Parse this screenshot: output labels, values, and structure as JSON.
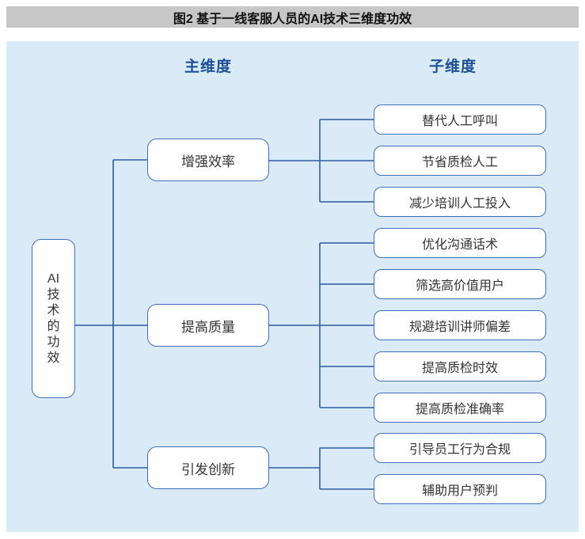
{
  "figure_title": "图2  基于一线客服人员的AI技术三维度功效",
  "column_headers": {
    "main": "主维度",
    "sub": "子维度"
  },
  "root": {
    "label": "AI技术的功效",
    "display": "AI\n技\n术\n的\n功\n效"
  },
  "main_dimensions": [
    {
      "label": "增强效率",
      "children": [
        "替代人工呼叫",
        "节省质检人工",
        "减少培训人工投入"
      ]
    },
    {
      "label": "提高质量",
      "children": [
        "优化沟通话术",
        "筛选高价值用户",
        "规避培训讲师偏差",
        "提高质检时效",
        "提高质检准确率"
      ]
    },
    {
      "label": "引发创新",
      "children": [
        "引导员工行为合规",
        "辅助用户预判"
      ]
    }
  ],
  "colors": {
    "title_bar_bg": "#c7c7c7",
    "panel_bg": "#daeaf6",
    "box_border": "#4170b8",
    "connector_line": "#2f5b9f",
    "header_text": "#1d5198",
    "box_text": "#333333"
  }
}
